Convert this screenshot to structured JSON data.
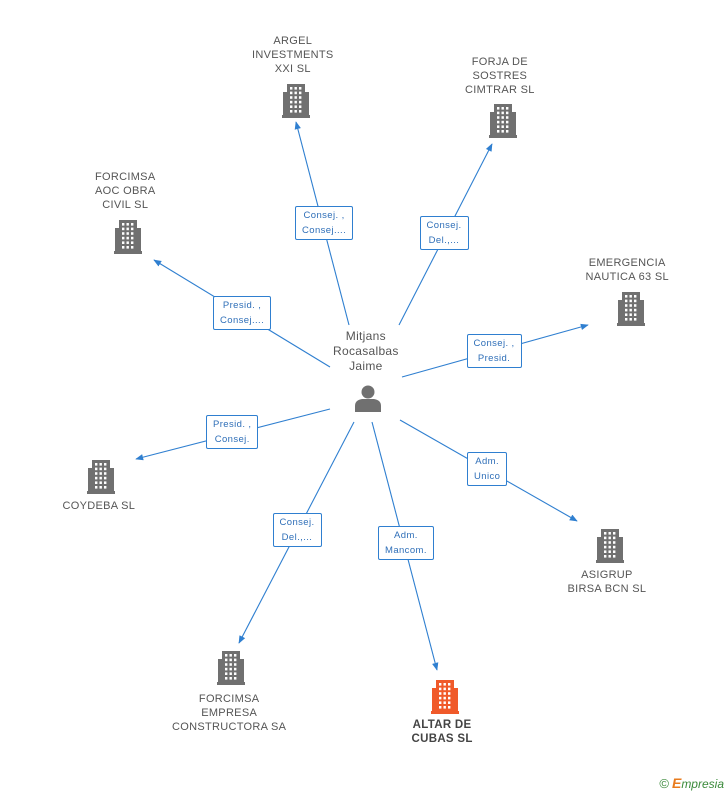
{
  "center": {
    "lines": [
      "Mitjans",
      "Rocasalbas",
      "Jaime"
    ],
    "icon": "person-icon"
  },
  "colors": {
    "edge": "#2f7fd0",
    "building": "#707070",
    "focus_building": "#f05a2a"
  },
  "companies": [
    {
      "id": "argel",
      "lines": [
        "ARGEL",
        "INVESTMENTS",
        "XXI SL"
      ],
      "icon": "building-icon",
      "focus": false
    },
    {
      "id": "forja",
      "lines": [
        "FORJA DE",
        "SOSTRES",
        "CIMTRAR SL"
      ],
      "icon": "building-icon",
      "focus": false
    },
    {
      "id": "forcimsa-aoc",
      "lines": [
        "FORCIMSA",
        "AOC OBRA",
        "CIVIL  SL"
      ],
      "icon": "building-icon",
      "focus": false
    },
    {
      "id": "emergencia",
      "lines": [
        "EMERGENCIA",
        "NAUTICA 63 SL"
      ],
      "icon": "building-icon",
      "focus": false
    },
    {
      "id": "coydeba",
      "lines": [
        "COYDEBA SL"
      ],
      "icon": "building-icon",
      "focus": false
    },
    {
      "id": "asigrup",
      "lines": [
        "ASIGRUP",
        "BIRSA BCN SL"
      ],
      "icon": "building-icon",
      "focus": false
    },
    {
      "id": "forcimsa-empresa",
      "lines": [
        "FORCIMSA",
        "EMPRESA",
        "CONSTRUCTORA SA"
      ],
      "icon": "building-icon",
      "focus": false
    },
    {
      "id": "altar",
      "lines": [
        "ALTAR DE",
        "CUBAS SL"
      ],
      "icon": "building-icon",
      "focus": true
    }
  ],
  "relations": [
    {
      "to": "argel",
      "lines": [
        "Consej. ,",
        "Consej...."
      ]
    },
    {
      "to": "forja",
      "lines": [
        "Consej.",
        "Del.,..."
      ]
    },
    {
      "to": "forcimsa-aoc",
      "lines": [
        "Presid. ,",
        "Consej...."
      ]
    },
    {
      "to": "emergencia",
      "lines": [
        "Consej. ,",
        "Presid."
      ]
    },
    {
      "to": "coydeba",
      "lines": [
        "Presid. ,",
        "Consej."
      ]
    },
    {
      "to": "asigrup",
      "lines": [
        "Adm.",
        "Unico"
      ]
    },
    {
      "to": "forcimsa-empresa",
      "lines": [
        "Consej.",
        "Del.,..."
      ]
    },
    {
      "to": "altar",
      "lines": [
        "Adm.",
        "Mancom."
      ]
    }
  ],
  "footer": {
    "copyright": "©",
    "brand_initial": "E",
    "brand_rest": "mpresia"
  }
}
